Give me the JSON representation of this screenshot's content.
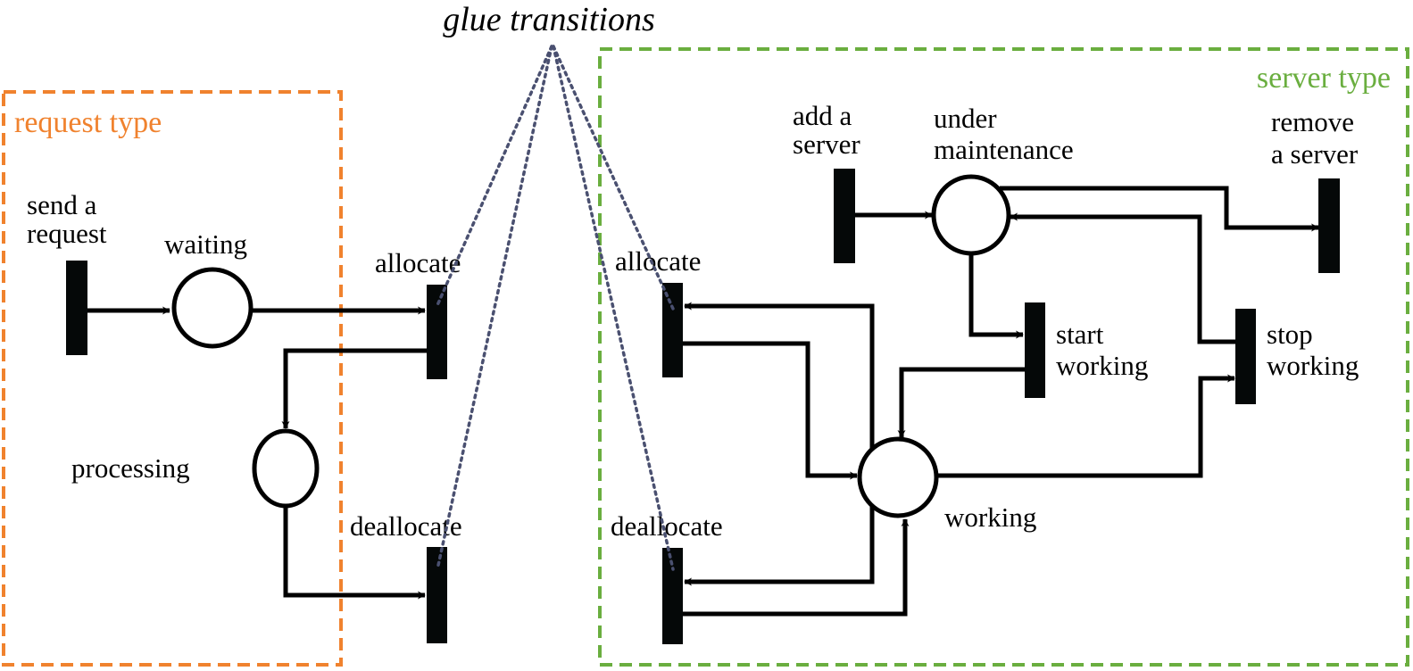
{
  "title": "glue transitions",
  "colors": {
    "request_type": "#f0822e",
    "server_type": "#6aae3f",
    "glue_line": "#4a5070",
    "net": "#000000"
  },
  "request_type": {
    "label": "request type",
    "transitions": {
      "send_request": [
        "send a",
        "request"
      ],
      "allocate": "allocate",
      "deallocate": "deallocate"
    },
    "places": {
      "waiting": "waiting",
      "processing": "processing"
    }
  },
  "server_type": {
    "label": "server type",
    "transitions": {
      "add_server": [
        "add a",
        "server"
      ],
      "remove_server": [
        "remove",
        "a server"
      ],
      "allocate": "allocate",
      "deallocate": "deallocate",
      "start_working": [
        "start",
        "working"
      ],
      "stop_working": [
        "stop",
        "working"
      ]
    },
    "places": {
      "under_maintenance": [
        "under",
        "maintenance"
      ],
      "working": "working"
    }
  },
  "arcs": [
    {
      "from": "send a request",
      "to": "waiting"
    },
    {
      "from": "waiting",
      "to": "allocate (request)"
    },
    {
      "from": "allocate (request)",
      "to": "processing"
    },
    {
      "from": "processing",
      "to": "deallocate (request)"
    },
    {
      "from": "add a server",
      "to": "under maintenance"
    },
    {
      "from": "under maintenance",
      "to": "remove a server"
    },
    {
      "from": "under maintenance",
      "to": "start working"
    },
    {
      "from": "stop working",
      "to": "under maintenance"
    },
    {
      "from": "start working",
      "to": "working"
    },
    {
      "from": "working",
      "to": "stop working"
    },
    {
      "from": "working",
      "to": "allocate (server)"
    },
    {
      "from": "allocate (server)",
      "to": "working"
    },
    {
      "from": "working",
      "to": "deallocate (server)"
    },
    {
      "from": "deallocate (server)",
      "to": "working"
    }
  ],
  "glue_links": [
    "allocate (request)",
    "deallocate (request)",
    "allocate (server)",
    "deallocate (server)"
  ]
}
